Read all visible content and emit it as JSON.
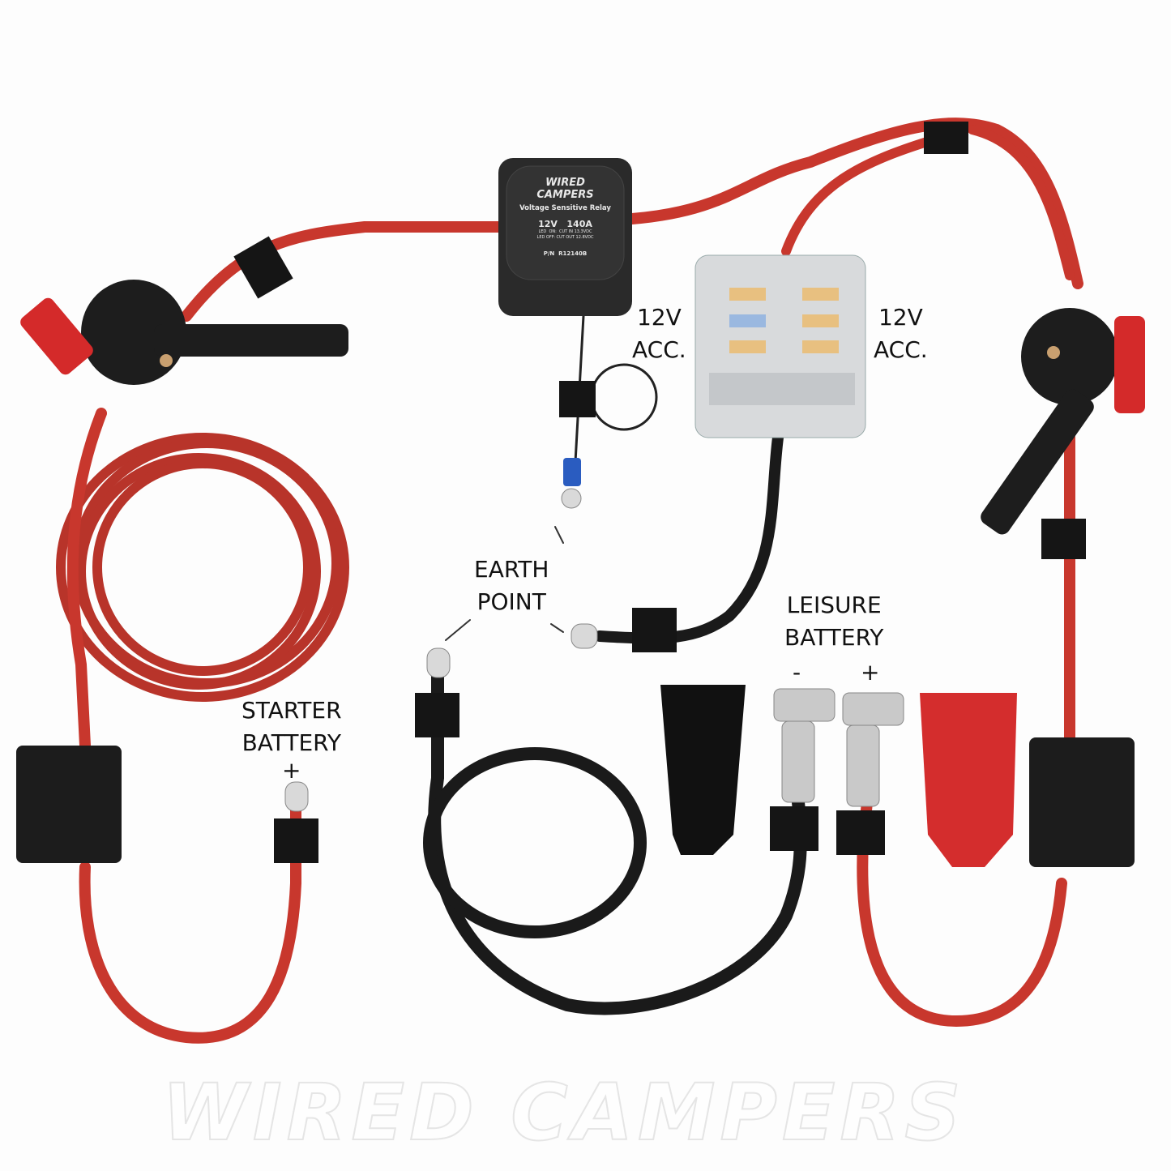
{
  "labels": {
    "acc_left": [
      "12V",
      "ACC."
    ],
    "acc_right": [
      "12V",
      "ACC."
    ],
    "earth_point": [
      "EARTH",
      "POINT"
    ],
    "starter_battery": [
      "STARTER",
      "BATTERY",
      "+"
    ],
    "leisure_battery": [
      "LEISURE",
      "BATTERY"
    ],
    "leisure_neg": "-",
    "leisure_pos": "+"
  },
  "relay": {
    "brand_line1": "WIRED",
    "brand_line2": "CAMPERS",
    "name": "Voltage Sensitive Relay",
    "rating": "12V   140A",
    "led_on": "LED  ON:  CUT IN 13.3VDC",
    "led_off": "LED OFF: CUT OUT 12.8VDC",
    "part_number": "P/N  R12140B"
  },
  "watermark": "WIRED CAMPERS",
  "colors": {
    "red_cable": "#c8372d",
    "black_cable": "#1a1a1a",
    "heatshrink": "#e0443c"
  }
}
